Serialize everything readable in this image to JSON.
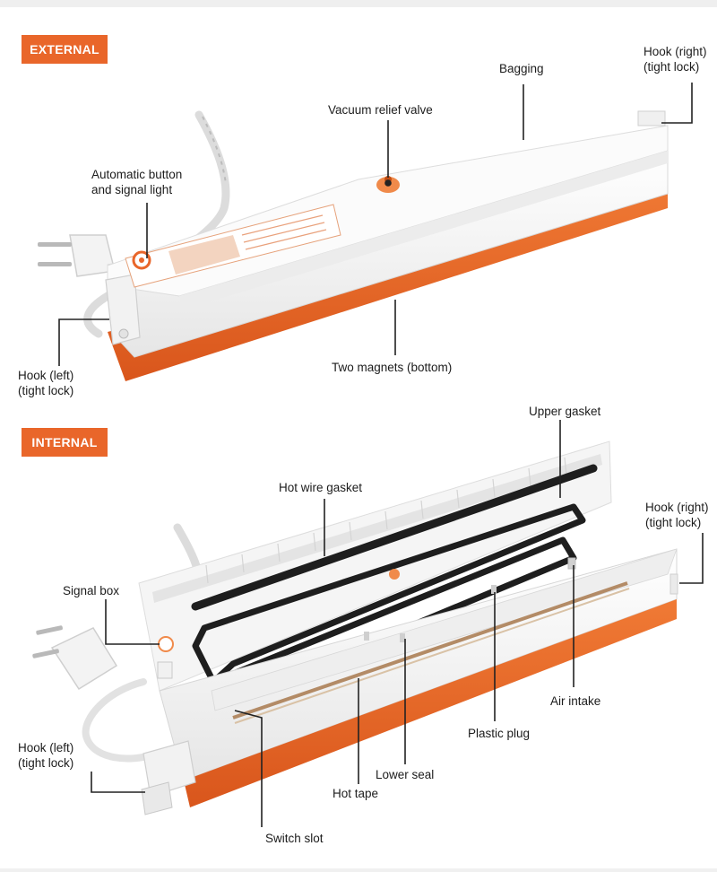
{
  "sections": {
    "external": {
      "badge": "EXTERNAL",
      "labels": {
        "hook_right": [
          "Hook (right)",
          "(tight lock)"
        ],
        "bagging": "Bagging",
        "vacuum_relief_valve": "Vacuum relief valve",
        "automatic_button": [
          "Automatic button",
          "and signal light"
        ],
        "hook_left": [
          "Hook (left)",
          "(tight lock)"
        ],
        "two_magnets": "Two magnets (bottom)"
      }
    },
    "internal": {
      "badge": "INTERNAL",
      "labels": {
        "upper_gasket": "Upper gasket",
        "hot_wire_gasket": "Hot wire gasket",
        "hook_right": [
          "Hook (right)",
          "(tight lock)"
        ],
        "signal_box": "Signal box",
        "air_intake": "Air intake",
        "plastic_plug": "Plastic plug",
        "hook_left": [
          "Hook (left)",
          "(tight lock)"
        ],
        "lower_seal": "Lower seal",
        "hot_tape": "Hot tape",
        "switch_slot": "Switch slot"
      }
    }
  },
  "colors": {
    "accent": "#e9662a",
    "device_body": "#f7f7f7",
    "gasket": "#1e1e1e",
    "leader_line": "#222222"
  },
  "icons": [
    "plug-icon",
    "power-cord-icon",
    "vacuum-sealer-device"
  ]
}
